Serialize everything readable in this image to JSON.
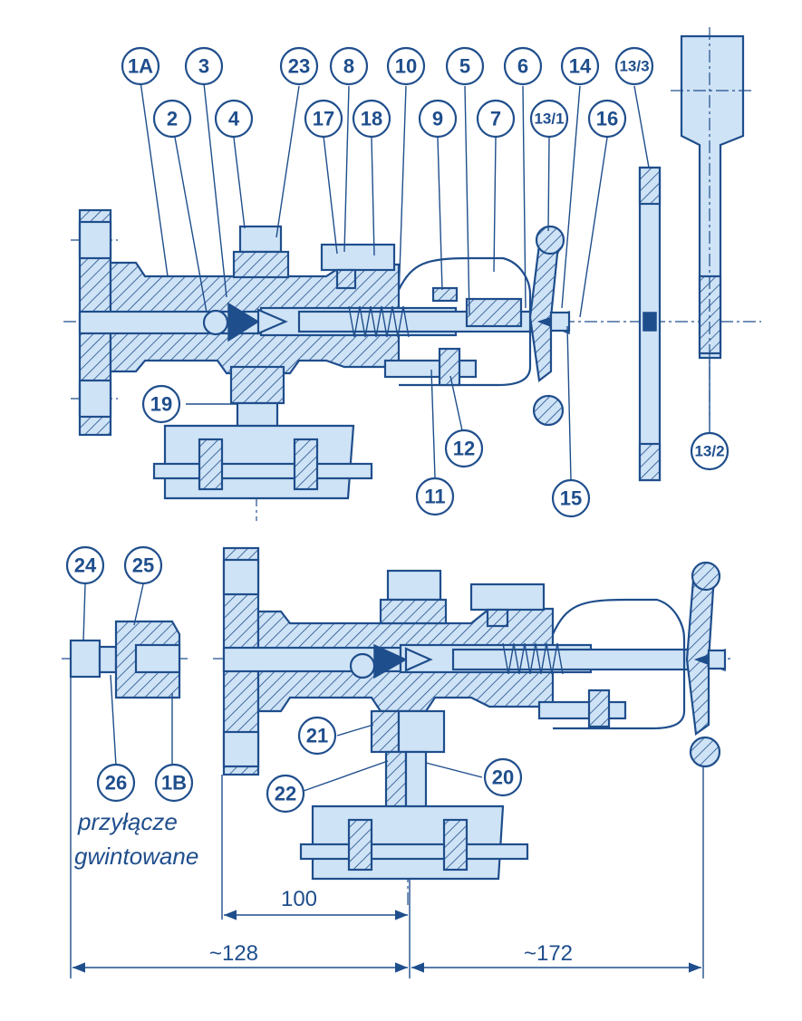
{
  "callouts": [
    {
      "label": "1A"
    },
    {
      "label": "3"
    },
    {
      "label": "23"
    },
    {
      "label": "8"
    },
    {
      "label": "10"
    },
    {
      "label": "5"
    },
    {
      "label": "6"
    },
    {
      "label": "14"
    },
    {
      "label": "13/3"
    },
    {
      "label": "2"
    },
    {
      "label": "4"
    },
    {
      "label": "17"
    },
    {
      "label": "18"
    },
    {
      "label": "9"
    },
    {
      "label": "7"
    },
    {
      "label": "13/1"
    },
    {
      "label": "16"
    },
    {
      "label": "19"
    },
    {
      "label": "12"
    },
    {
      "label": "11"
    },
    {
      "label": "15"
    },
    {
      "label": "13/2"
    },
    {
      "label": "24"
    },
    {
      "label": "25"
    },
    {
      "label": "26"
    },
    {
      "label": "1B"
    },
    {
      "label": "21"
    },
    {
      "label": "22"
    },
    {
      "label": "20"
    }
  ],
  "caption": {
    "line1": "przyłącze",
    "line2": "gwintowane"
  },
  "dimensions": {
    "d100": "100",
    "d128": "~128",
    "d172": "~172"
  },
  "colors": {
    "ink": "#1f4e8c",
    "fill": "#cfe3f6",
    "background": "#ffffff"
  }
}
